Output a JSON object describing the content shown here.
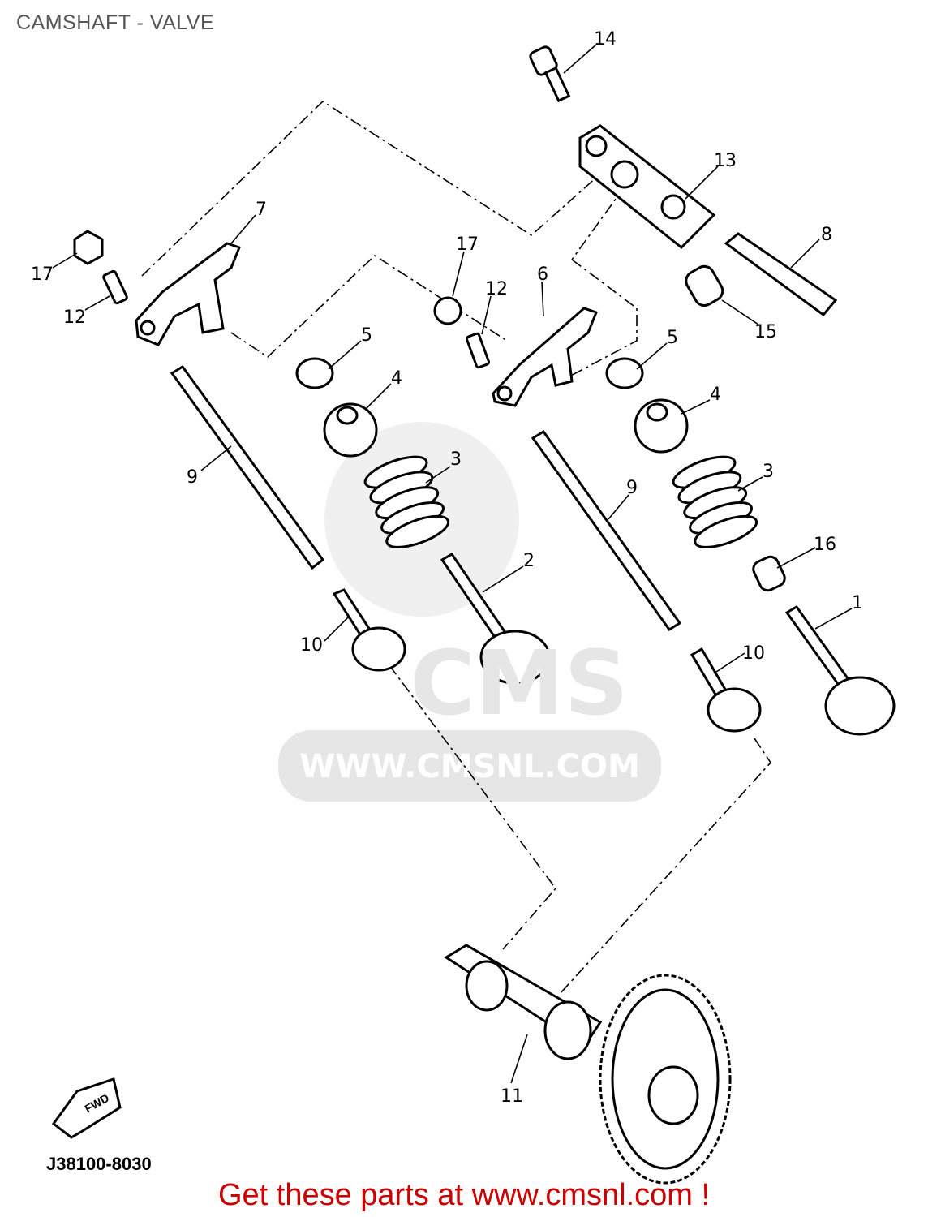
{
  "title": "CAMSHAFT - VALVE",
  "diagram_code": "J38100-8030",
  "fwd_label": "FWD",
  "footer": "Get these parts at www.cmsnl.com !",
  "watermark": {
    "logo": "CMS",
    "url": "WWW.CMSNL.COM"
  },
  "callouts": [
    "14",
    "13",
    "8",
    "7",
    "17",
    "12",
    "17",
    "12",
    "6",
    "5",
    "5",
    "15",
    "4",
    "4",
    "3",
    "3",
    "9",
    "9",
    "16",
    "2",
    "1",
    "10",
    "10",
    "11"
  ],
  "colors": {
    "footer": "#cc0000",
    "title": "#555555",
    "watermark": "#e6e6e6"
  }
}
